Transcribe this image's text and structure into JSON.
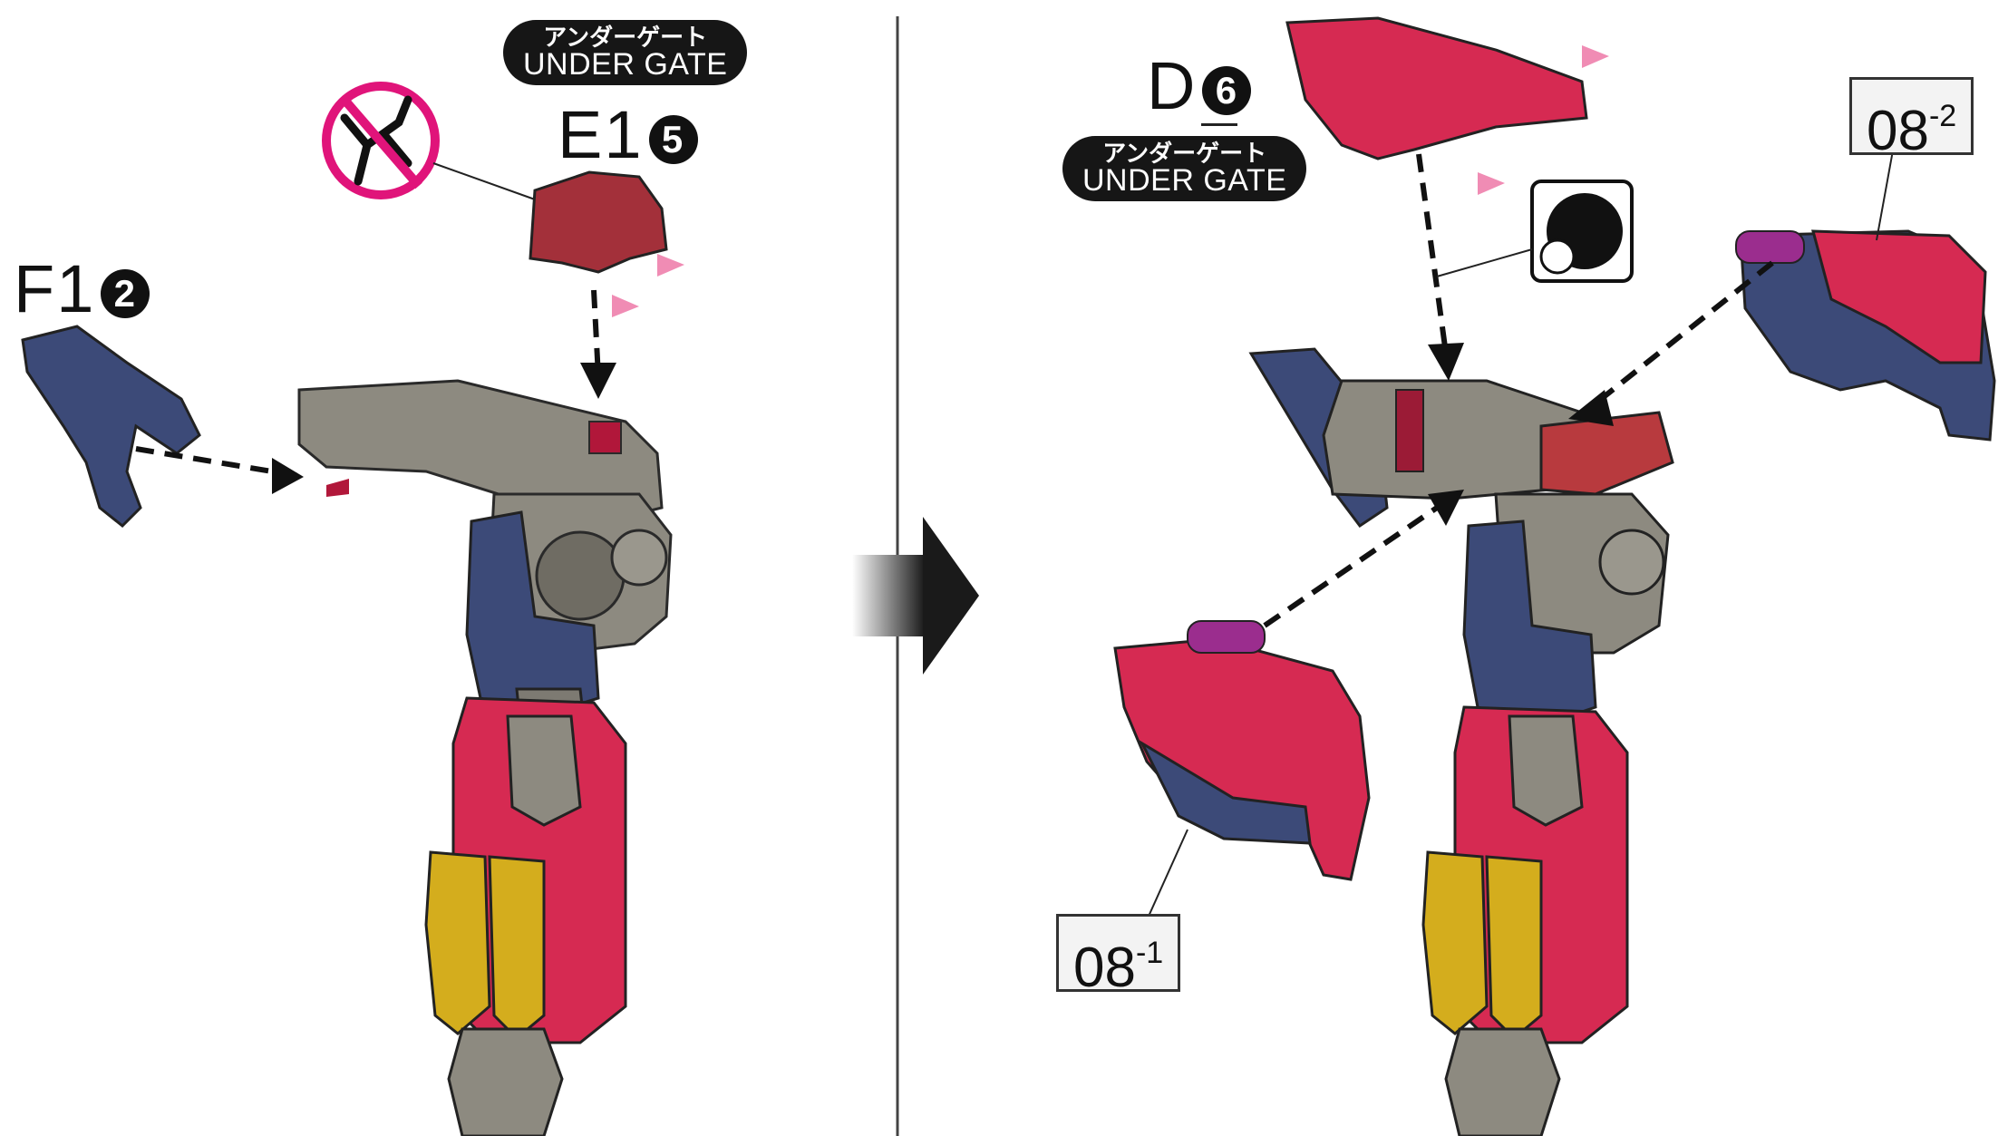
{
  "left_step": {
    "f1": {
      "letter_num": "F1",
      "number": "2"
    },
    "e1": {
      "letter_num": "E1",
      "number": "5"
    },
    "e1_gate": {
      "jp": "アンダーゲート",
      "en": "UNDER GATE"
    },
    "no_nipper_icon": "no-nipper-icon"
  },
  "right_step": {
    "d": {
      "letter_num": "D",
      "number": "6"
    },
    "d_gate": {
      "jp": "アンダーゲート",
      "en": "UNDER GATE"
    },
    "part_08_2": {
      "base": "08",
      "suffix": "-2"
    },
    "part_08_1": {
      "base": "08",
      "suffix": "-1"
    },
    "hole_icon": "hole-position-icon"
  },
  "colors": {
    "frame_gray": "#8d8a80",
    "navy": "#3c4a78",
    "red": "#d62a52",
    "dark_red": "#a3303a",
    "yellow": "#d4ad1d",
    "purple": "#9b2d8e",
    "pink_marker": "#f08cb4",
    "magenta_ban": "#e0147a"
  }
}
